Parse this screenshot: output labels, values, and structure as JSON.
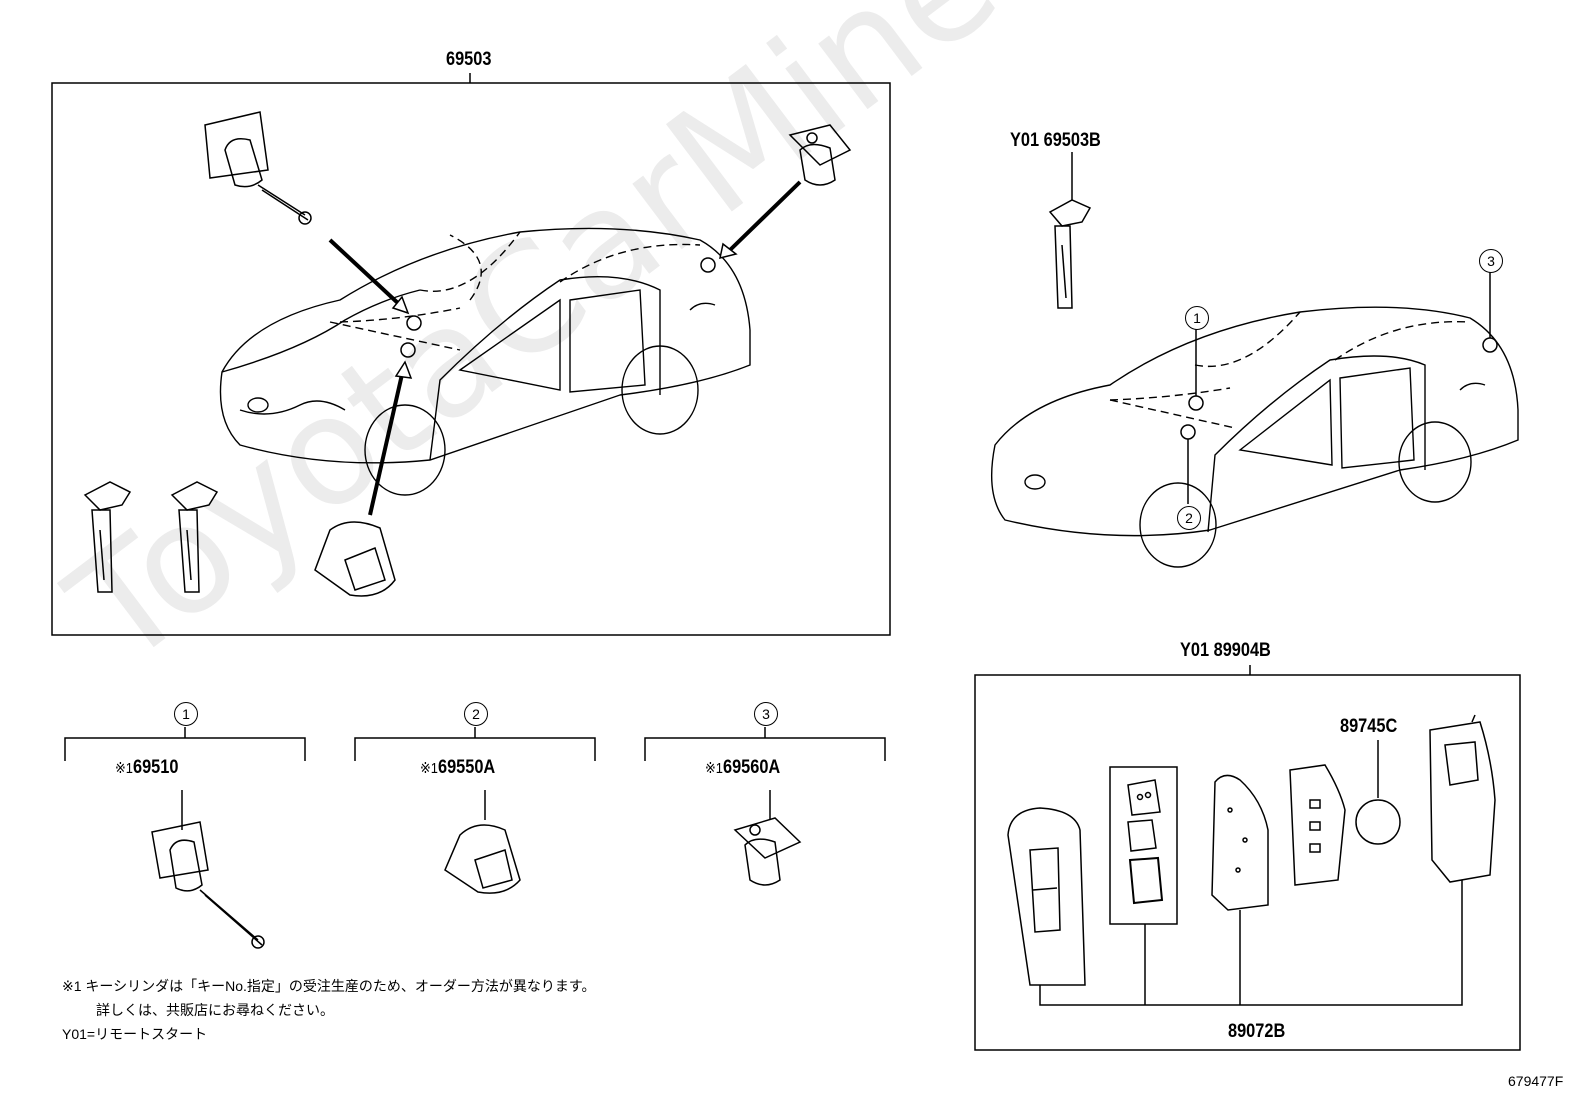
{
  "watermark": "ToyotaCarMine.ru",
  "labels": {
    "main_assembly": "69503",
    "key_y01": "Y01 69503B",
    "remote_assembly": "Y01  89904B",
    "battery": "89745C",
    "case": "89072B",
    "diagram_id": "679477F"
  },
  "callouts": [
    "1",
    "2",
    "3"
  ],
  "sub_parts": [
    {
      "number": "1",
      "part": "69510",
      "mark": "※1"
    },
    {
      "number": "2",
      "part": "69550A",
      "mark": "※1"
    },
    {
      "number": "3",
      "part": "69560A",
      "mark": "※1"
    }
  ],
  "notes": {
    "line1": "※1  キーシリンダは「キーNo.指定」の受注生産のため、オーダー方法が異なります。",
    "line2": "詳しくは、共販店にお尋ねください。",
    "line3": "Y01=リモートスタート"
  }
}
